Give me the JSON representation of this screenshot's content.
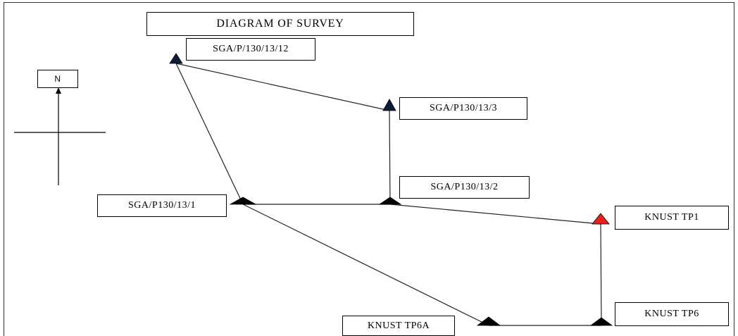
{
  "title": "DIAGRAM OF SURVEY",
  "north_label": "N",
  "stations": {
    "sga_p_130_13_12": {
      "label": "SGA/P/130/13/12",
      "color": "#0d1b3a"
    },
    "sga_p130_13_3": {
      "label": "SGA/P130/13/3",
      "color": "#0d1b3a"
    },
    "sga_p130_13_2": {
      "label": "SGA/P130/13/2",
      "color": "#000000"
    },
    "sga_p130_13_1": {
      "label": "SGA/P130/13/1",
      "color": "#000000"
    },
    "knust_tp1": {
      "label": "KNUST TP1",
      "color": "#e8201e"
    },
    "knust_tp6": {
      "label": "KNUST TP6",
      "color": "#000000"
    },
    "knust_tp6a": {
      "label": "KNUST TP6A",
      "color": "#000000"
    }
  },
  "traverse_lines": [
    [
      "sga_p_130_13_12",
      "sga_p130_13_3"
    ],
    [
      "sga_p130_13_3",
      "sga_p130_13_2"
    ],
    [
      "sga_p_130_13_12",
      "sga_p130_13_1"
    ],
    [
      "sga_p130_13_1",
      "sga_p130_13_2"
    ],
    [
      "sga_p130_13_2",
      "knust_tp1"
    ],
    [
      "knust_tp1",
      "knust_tp6"
    ],
    [
      "sga_p130_13_1",
      "knust_tp6a"
    ],
    [
      "knust_tp6a",
      "knust_tp6"
    ]
  ]
}
